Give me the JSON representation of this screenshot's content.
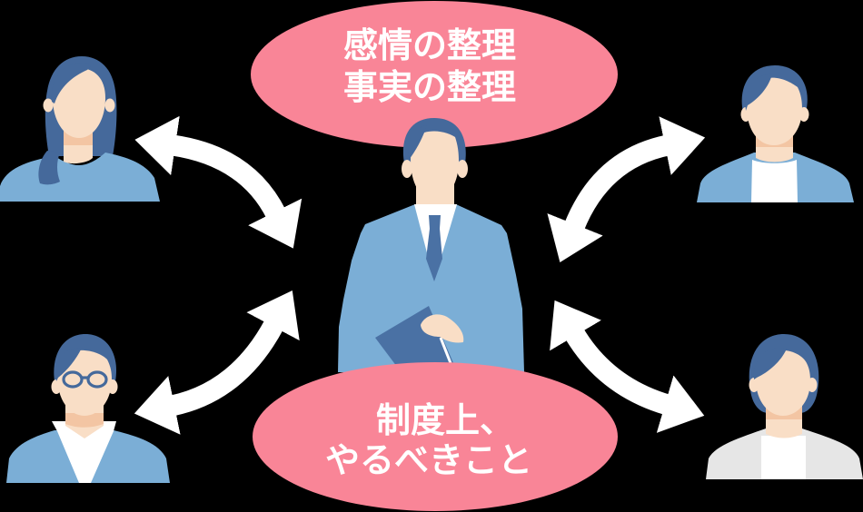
{
  "colors": {
    "background": "#000000",
    "bubble": "#F98597",
    "bubble_text": "#FFFFFF",
    "hair": "#45699B",
    "skin": "#F9DEC6",
    "skin_shadow": "#F3C5A3",
    "suit": "#7BAED6",
    "accent_dark": "#4A71A4",
    "shirt": "#FFFFFF",
    "gray_jacket": "#E6E6E6",
    "arrow": "#FFFFFF"
  },
  "bubbles": {
    "top": {
      "lines": [
        "感情の整理",
        "事実の整理"
      ]
    },
    "bottom": {
      "lines": [
        "制度上、",
        "やるべきこと"
      ]
    }
  },
  "figures": {
    "center": "manager-with-clipboard",
    "top_left": "woman-long-hair",
    "top_right": "man-casual-jacket",
    "bottom_left": "man-with-glasses",
    "bottom_right": "woman-bob-hair"
  },
  "arrows": [
    "double-arrow-top-left",
    "double-arrow-top-right",
    "double-arrow-bottom-left",
    "double-arrow-bottom-right"
  ]
}
